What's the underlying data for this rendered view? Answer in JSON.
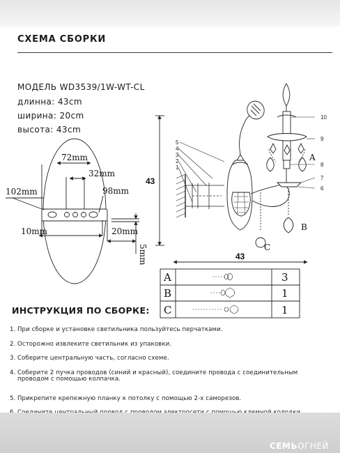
{
  "header": {
    "title": "СХЕМА СБОРКИ"
  },
  "spec": {
    "model": "МОДЕЛЬ WD3539/1W-WT-CL",
    "length": "длинна: 43cm",
    "width": "ширина: 20cm",
    "height": "высота: 43cm"
  },
  "bracket": {
    "dim_72": "72mm",
    "dim_32": "32mm",
    "dim_102": "102mm",
    "dim_98": "98mm",
    "dim_10": "10mm",
    "dim_20": "20mm",
    "dim_5": "5mm"
  },
  "lamp": {
    "height_label": "43",
    "width_label": "43",
    "parts": [
      "1",
      "2",
      "3",
      "4",
      "5",
      "6",
      "7",
      "8",
      "9",
      "10"
    ],
    "letters": [
      "A",
      "B",
      "C"
    ]
  },
  "parts_table": {
    "rows": [
      {
        "letter": "A",
        "qty": "3"
      },
      {
        "letter": "B",
        "qty": "1"
      },
      {
        "letter": "C",
        "qty": "1"
      }
    ]
  },
  "instructions": {
    "title": "ИНСТРУКЦИЯ ПО СБОРКЕ:",
    "steps": [
      {
        "num": "1.",
        "text": "При сборке и установке светильника пользуйтесь перчатками."
      },
      {
        "num": "2.",
        "text": "Осторожно извлеките светильник из упаковки."
      },
      {
        "num": "3.",
        "text": "Соберите центральную часть, согласно схеме."
      },
      {
        "num": "4.",
        "text": "Соберите 2 пучка проводов (синий и красный), соедините провода с соединительным",
        "cont": "проводом с помощью колпачка."
      },
      {
        "num": "5.",
        "text": "Прикрепите крепежную планку к потолку с помощью 2-х саморезов."
      },
      {
        "num": "6.",
        "text": "Соедините центральный провод с проводом электросети с помощью клемной колодки."
      }
    ]
  },
  "brand": {
    "bold": "СЕМЬ",
    "light": "ОГНЕЙ"
  }
}
